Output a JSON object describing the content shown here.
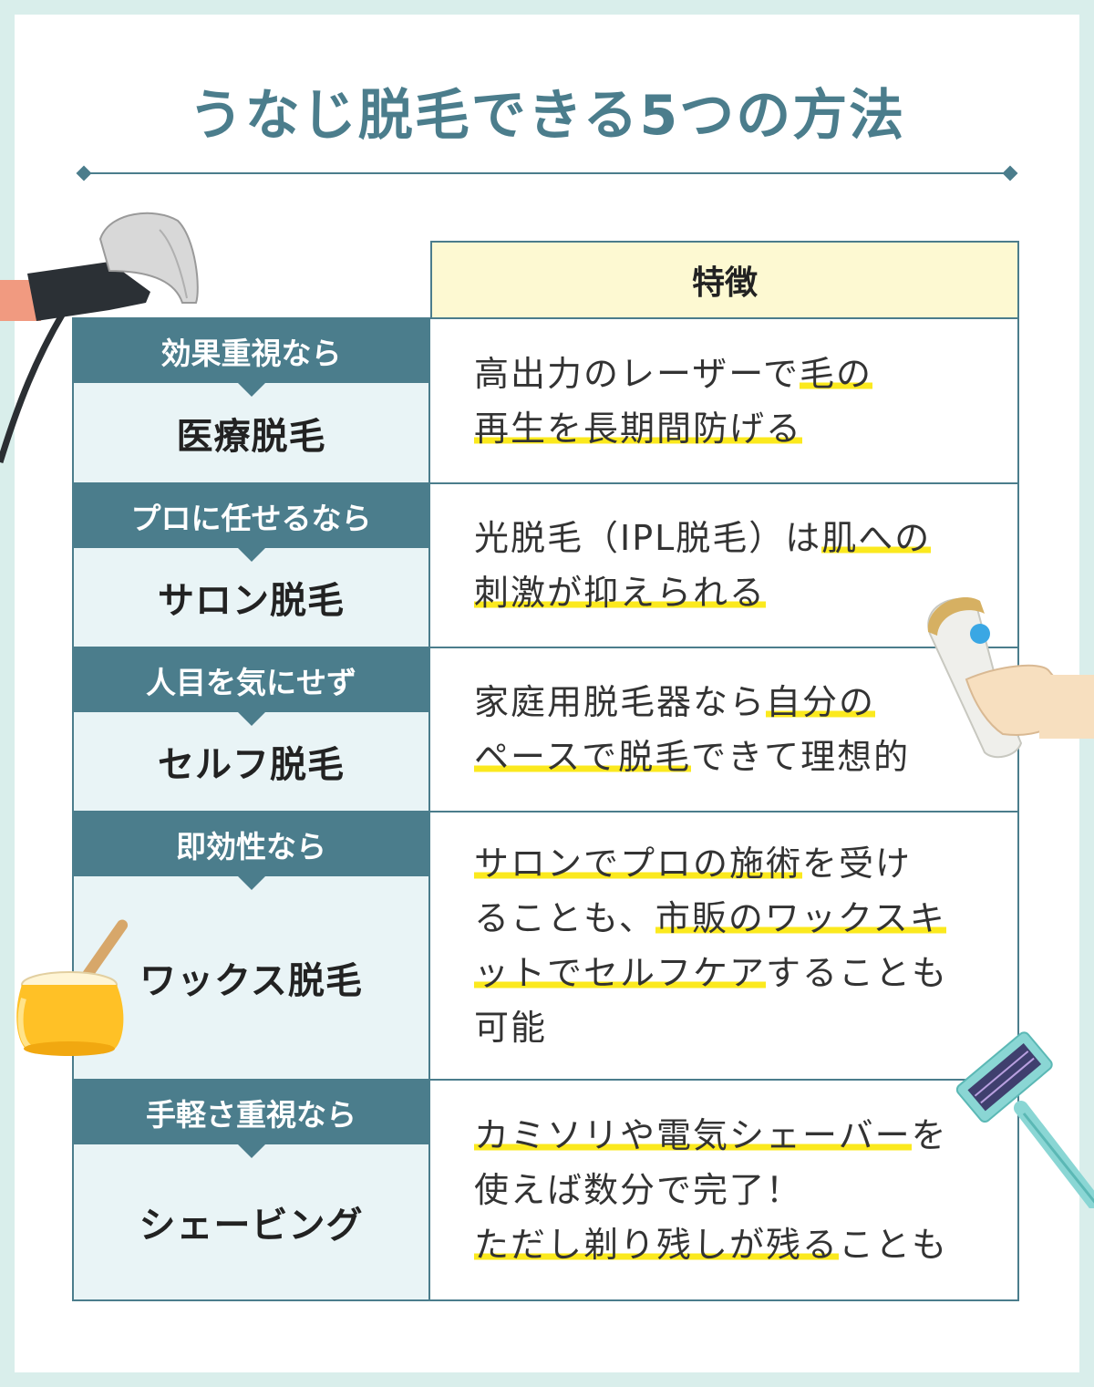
{
  "title": "うなじ脱毛できる5つの方法",
  "table": {
    "header": "特徴",
    "rows": [
      {
        "tag": "効果重視なら",
        "method": "医療脱毛",
        "desc_lines": [
          [
            {
              "t": "高出力のレーザーで"
            },
            {
              "t": "毛の",
              "hl": true
            }
          ],
          [
            {
              "t": "再生を長期間防げる",
              "hl": true
            }
          ]
        ]
      },
      {
        "tag": "プロに任せるなら",
        "method": "サロン脱毛",
        "desc_lines": [
          [
            {
              "t": "光脱毛（IPL脱毛）は"
            },
            {
              "t": "肌への",
              "hl": true
            }
          ],
          [
            {
              "t": "刺激が抑えられる",
              "hl": true
            }
          ]
        ]
      },
      {
        "tag": "人目を気にせず",
        "method": "セルフ脱毛",
        "desc_lines": [
          [
            {
              "t": "家庭用脱毛器なら"
            },
            {
              "t": "自分の",
              "hl": true
            }
          ],
          [
            {
              "t": "ペースで脱毛",
              "hl": true
            },
            {
              "t": "できて理想的"
            }
          ]
        ]
      },
      {
        "tag": "即効性なら",
        "method": "ワックス脱毛",
        "desc_lines": [
          [
            {
              "t": "サロンでプロの施術",
              "hl": true
            },
            {
              "t": "を受け"
            }
          ],
          [
            {
              "t": "ることも、"
            },
            {
              "t": "市販のワックスキ",
              "hl": true
            }
          ],
          [
            {
              "t": "ットでセルフケア",
              "hl": true
            },
            {
              "t": "することも"
            }
          ],
          [
            {
              "t": "可能"
            }
          ]
        ]
      },
      {
        "tag": "手軽さ重視なら",
        "method": "シェービング",
        "desc_lines": [
          [
            {
              "t": "カミソリや電気シェーバー",
              "hl": true
            },
            {
              "t": "を"
            }
          ],
          [
            {
              "t": "使えば数分で完了！"
            }
          ],
          [
            {
              "t": "ただし剃り残しが残る",
              "hl": true
            },
            {
              "t": "ことも"
            }
          ]
        ]
      }
    ]
  },
  "illustrations": [
    "laser-device-icon",
    "ipl-device-icon",
    "wax-pot-icon",
    "razor-icon"
  ],
  "colors": {
    "accent": "#4b7d8c",
    "highlight": "#fbe91e",
    "header_bg": "#fdf9d2",
    "left_bg": "#e9f4f6",
    "page_bg": "#d9eeeb"
  }
}
